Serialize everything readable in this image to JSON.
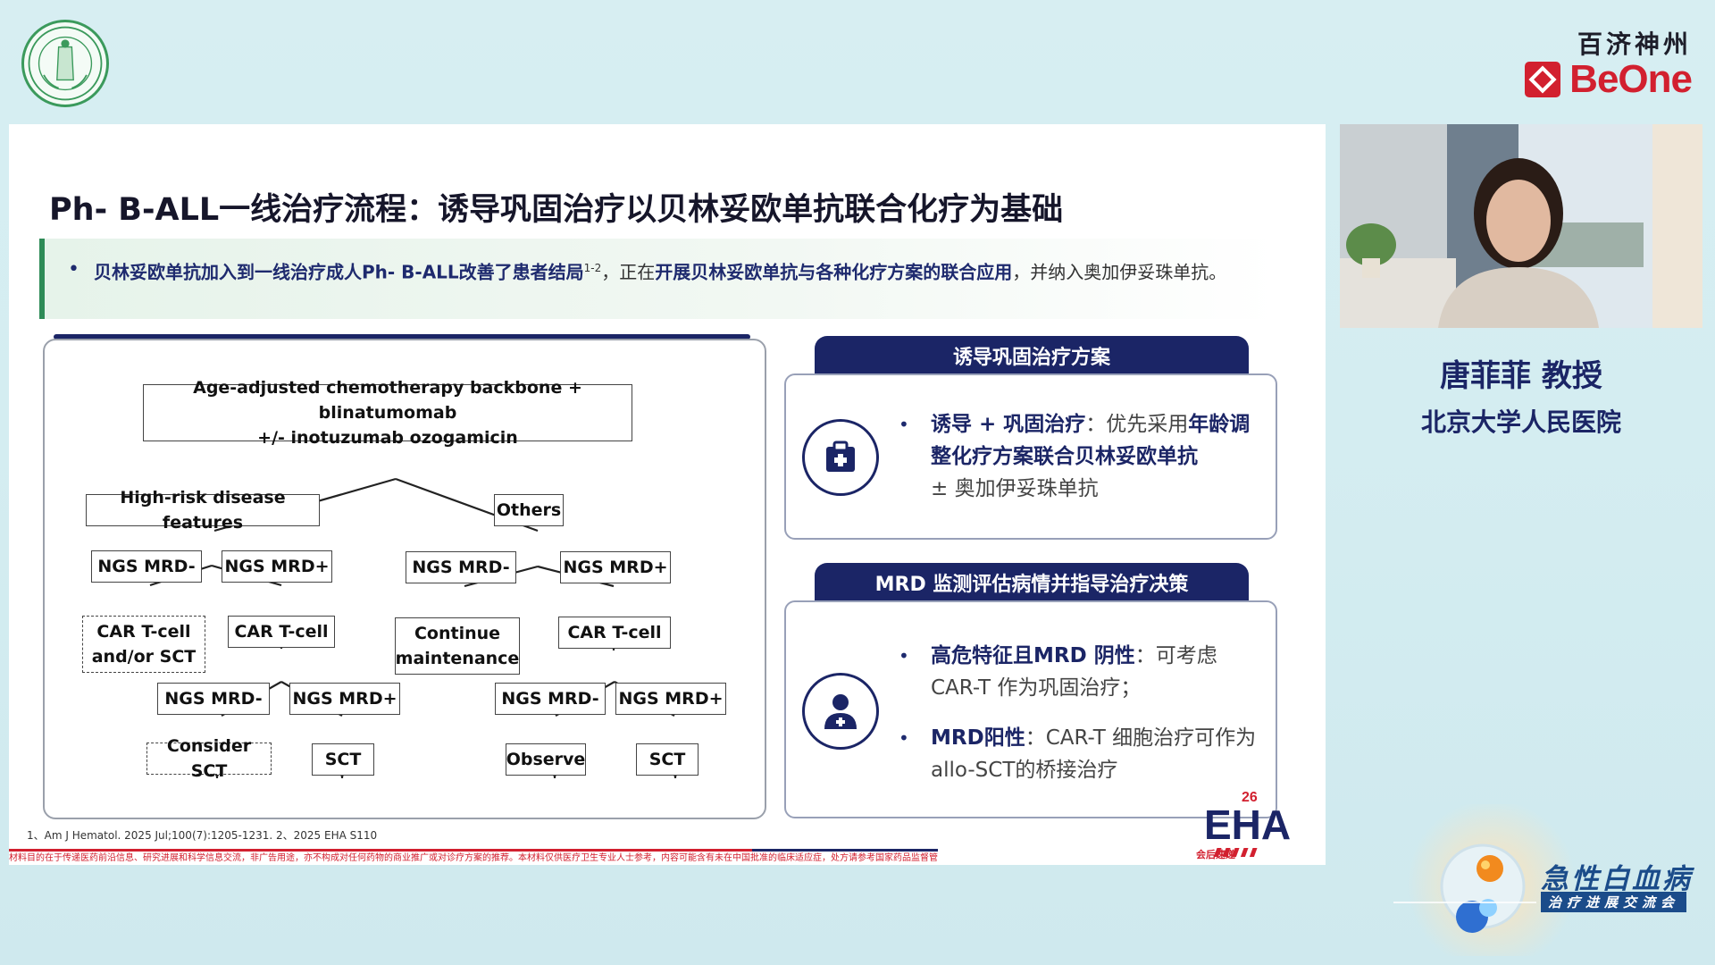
{
  "sponsor": {
    "chinese_name": "百济神州",
    "brand": "BeOne"
  },
  "slide": {
    "title": "Ph- B-ALL一线治疗流程：诱导巩固治疗以贝林妥欧单抗联合化疗为基础",
    "summary": {
      "bold_1": "贝林妥欧单抗加入到一线治疗成人Ph- B-ALL改善了患者结局",
      "superscript": "1-2",
      "text_1": "，正在",
      "bold_2": "开展贝林妥欧单抗与各种化疗方案的联合应用",
      "text_2": "，并纳入奥加伊妥珠单抗。"
    },
    "flowchart": {
      "root_line1": "Age-adjusted chemotherapy backbone + blinatumomab",
      "root_line2": "+/- inotuzumab ozogamicin",
      "high_risk": "High-risk disease features",
      "others": "Others",
      "hr_mrd_neg": "NGS MRD-",
      "hr_mrd_pos": "NGS MRD+",
      "ot_mrd_neg": "NGS MRD-",
      "ot_mrd_pos": "NGS MRD+",
      "car_or_sct_line1": "CAR T-cell",
      "car_or_sct_line2": "and/or SCT",
      "hr_car": "CAR T-cell",
      "continue_line1": "Continue",
      "continue_line2": "maintenance",
      "ot_car": "CAR T-cell",
      "hr_car_neg": "NGS MRD-",
      "hr_car_pos": "NGS MRD+",
      "ot_car_neg": "NGS MRD-",
      "ot_car_pos": "NGS MRD+",
      "consider_sct": "Consider SCT",
      "hr_sct": "SCT",
      "observe": "Observe",
      "ot_sct": "SCT"
    },
    "panel1": {
      "header": "诱导巩固治疗方案",
      "bold_a": "诱导 + 巩固治疗",
      "text_a": "：优先采用",
      "bold_b": "年龄调整化疗方案联合贝林妥欧单抗",
      "text_b": "± 奥加伊妥珠单抗"
    },
    "panel2": {
      "header": "MRD 监测评估病情并指导治疗决策",
      "item1_bold": "高危特征且MRD 阴性",
      "item1_text": "：可考虑CAR-T 作为巩固治疗；",
      "item2_bold": "MRD阳性",
      "item2_text": "：CAR-T 细胞治疗可作为allo-SCT的桥接治疗"
    },
    "references": "1、Am J Hematol. 2025 Jul;100(7):1205-1231.   2、2025 EHA S110",
    "disclaimer": "材料目的在于传递医药前沿信息、研究进展和科学信息交流，非广告用途，亦不构成对任何药物的商业推广或对诊疗方案的推荐。本材料仅供医疗卫生专业人士参考，内容可能含有未在中国批准的临床适应症，处方请参考国家药品监督管理局批准的药品说明书。",
    "eha_badge": "会后速递"
  },
  "speaker": {
    "name": "唐菲菲  教授",
    "organization": "北京大学人民医院"
  },
  "event": {
    "title": "急性白血病",
    "subtitle": "治疗进展交流会"
  },
  "colors": {
    "navy": "#1b2566",
    "green": "#2e8b57",
    "red": "#d2202f"
  }
}
